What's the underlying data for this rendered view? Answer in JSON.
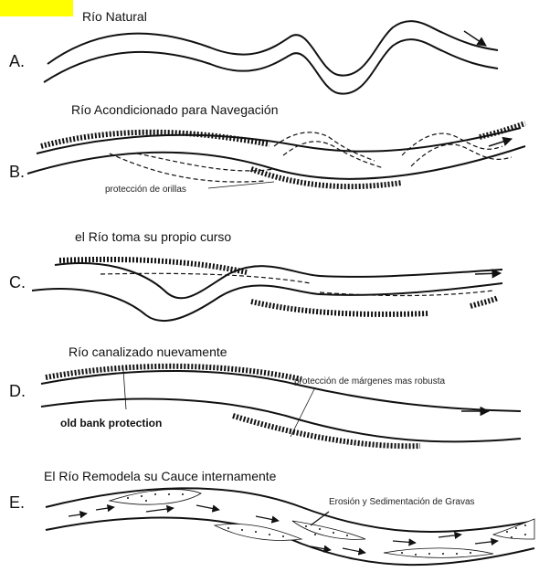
{
  "colors": {
    "highlight": "#FFFF00",
    "ink": "#111111"
  },
  "panels": [
    {
      "letter": "A.",
      "title": "Río Natural"
    },
    {
      "letter": "B.",
      "title": "Río Acondicionado para Navegación",
      "note": "protección de orillas"
    },
    {
      "letter": "C.",
      "title": "el Río toma su propio curso"
    },
    {
      "letter": "D.",
      "title": "Río canalizado nuevamente",
      "note": "protección de márgenes mas robusta",
      "note2": "old  bank  protection"
    },
    {
      "letter": "E.",
      "title": "El Río Remodela su Cauce internamente",
      "note": "Erosión y Sedimentación de Gravas"
    }
  ]
}
